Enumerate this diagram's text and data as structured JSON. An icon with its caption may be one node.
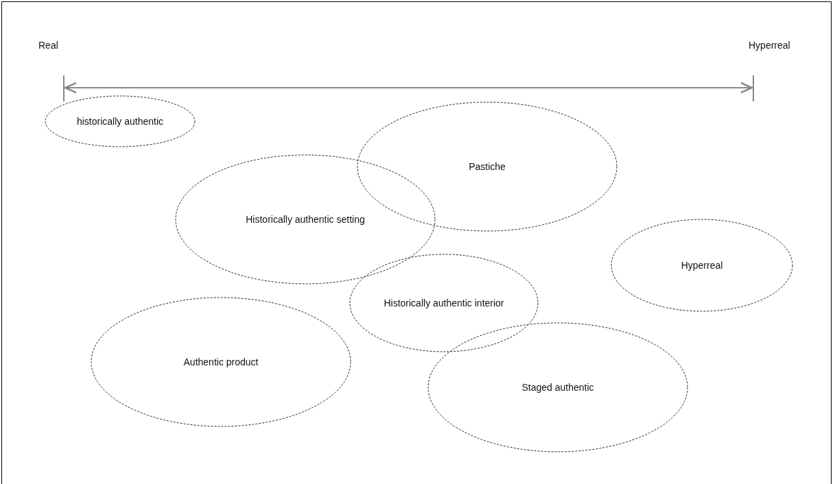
{
  "diagram": {
    "nodes": [
      {
        "text": [
          "historically authentic"
        ]
      },
      {
        "text": [
          "Pastiche"
        ]
      },
      {
        "text": [
          "Historically authentic setting"
        ]
      },
      {
        "text": [
          "Hyperreal"
        ]
      },
      {
        "text": [
          "Historically authentic interior"
        ]
      },
      {
        "text": [
          "Authentic product"
        ]
      },
      {
        "text": [
          "Staged authentic"
        ]
      }
    ],
    "labels": [
      "Real",
      "Hyperreal"
    ]
  }
}
